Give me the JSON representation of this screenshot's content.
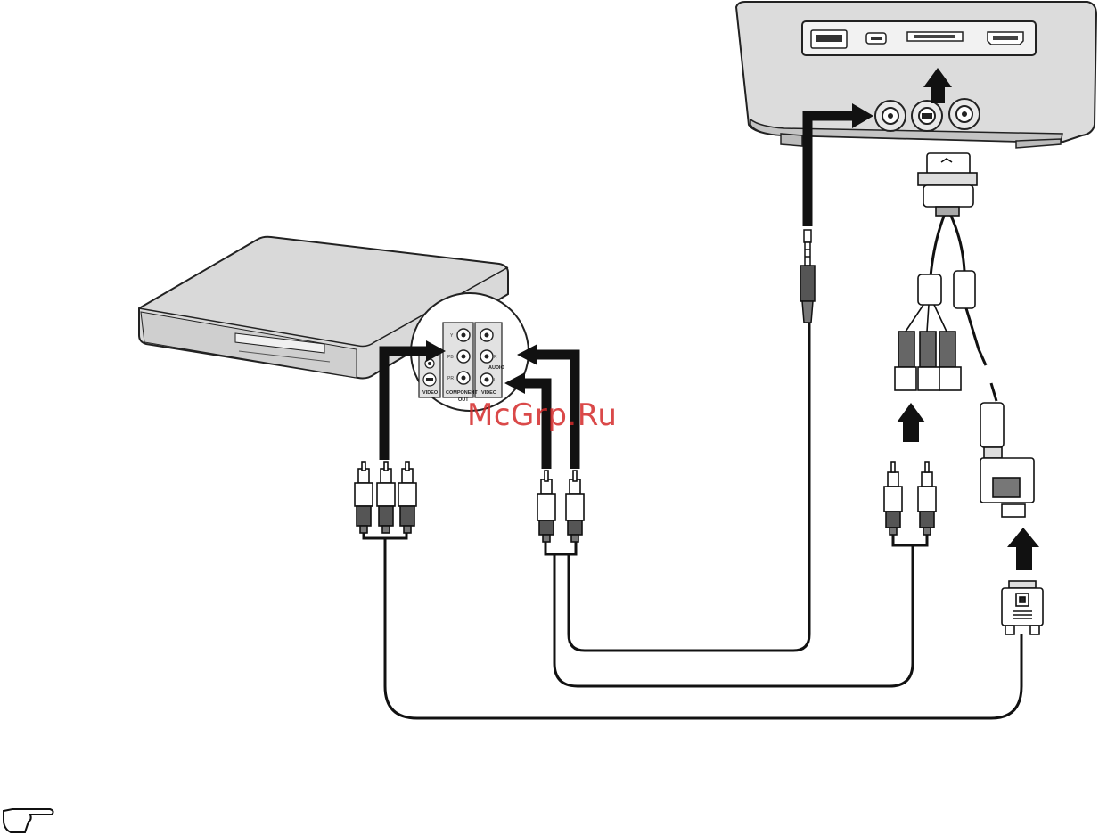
{
  "watermark": "McGrp.Ru",
  "panel_labels": {
    "y": "Y",
    "pb": "PB",
    "pr": "PR",
    "audio": "AUDIO",
    "audio_r": "R",
    "audio_l": "L",
    "video": "VIDEO",
    "component": "COMPONENT",
    "video2": "VIDEO",
    "out": "OUT"
  },
  "icons": [
    "dvd-player-icon",
    "projector-icon",
    "audio-plug-icon",
    "rca-plug-icon",
    "vga-connector-icon",
    "pointing-hand-note-icon"
  ]
}
